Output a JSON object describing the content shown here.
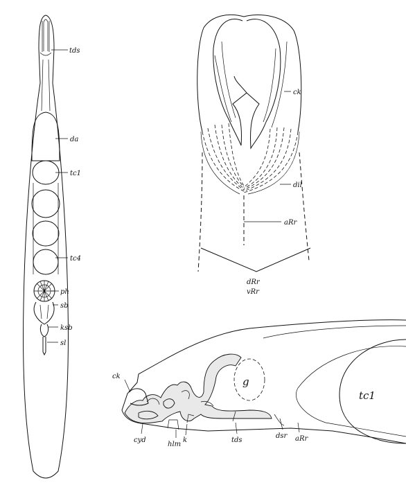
{
  "figure_left": {
    "labels": [
      "tds",
      "da",
      "tc1",
      "tc4",
      "ph",
      "sb",
      "ksb",
      "sl"
    ]
  },
  "figure_top_right": {
    "labels": [
      "ck",
      "dil",
      "aRr",
      "dRr",
      "vRr"
    ]
  },
  "figure_bottom_right": {
    "labels": [
      "ck",
      "g",
      "tc1",
      "cyd",
      "hlm",
      "k",
      "tds",
      "dsr",
      "aRr"
    ]
  }
}
